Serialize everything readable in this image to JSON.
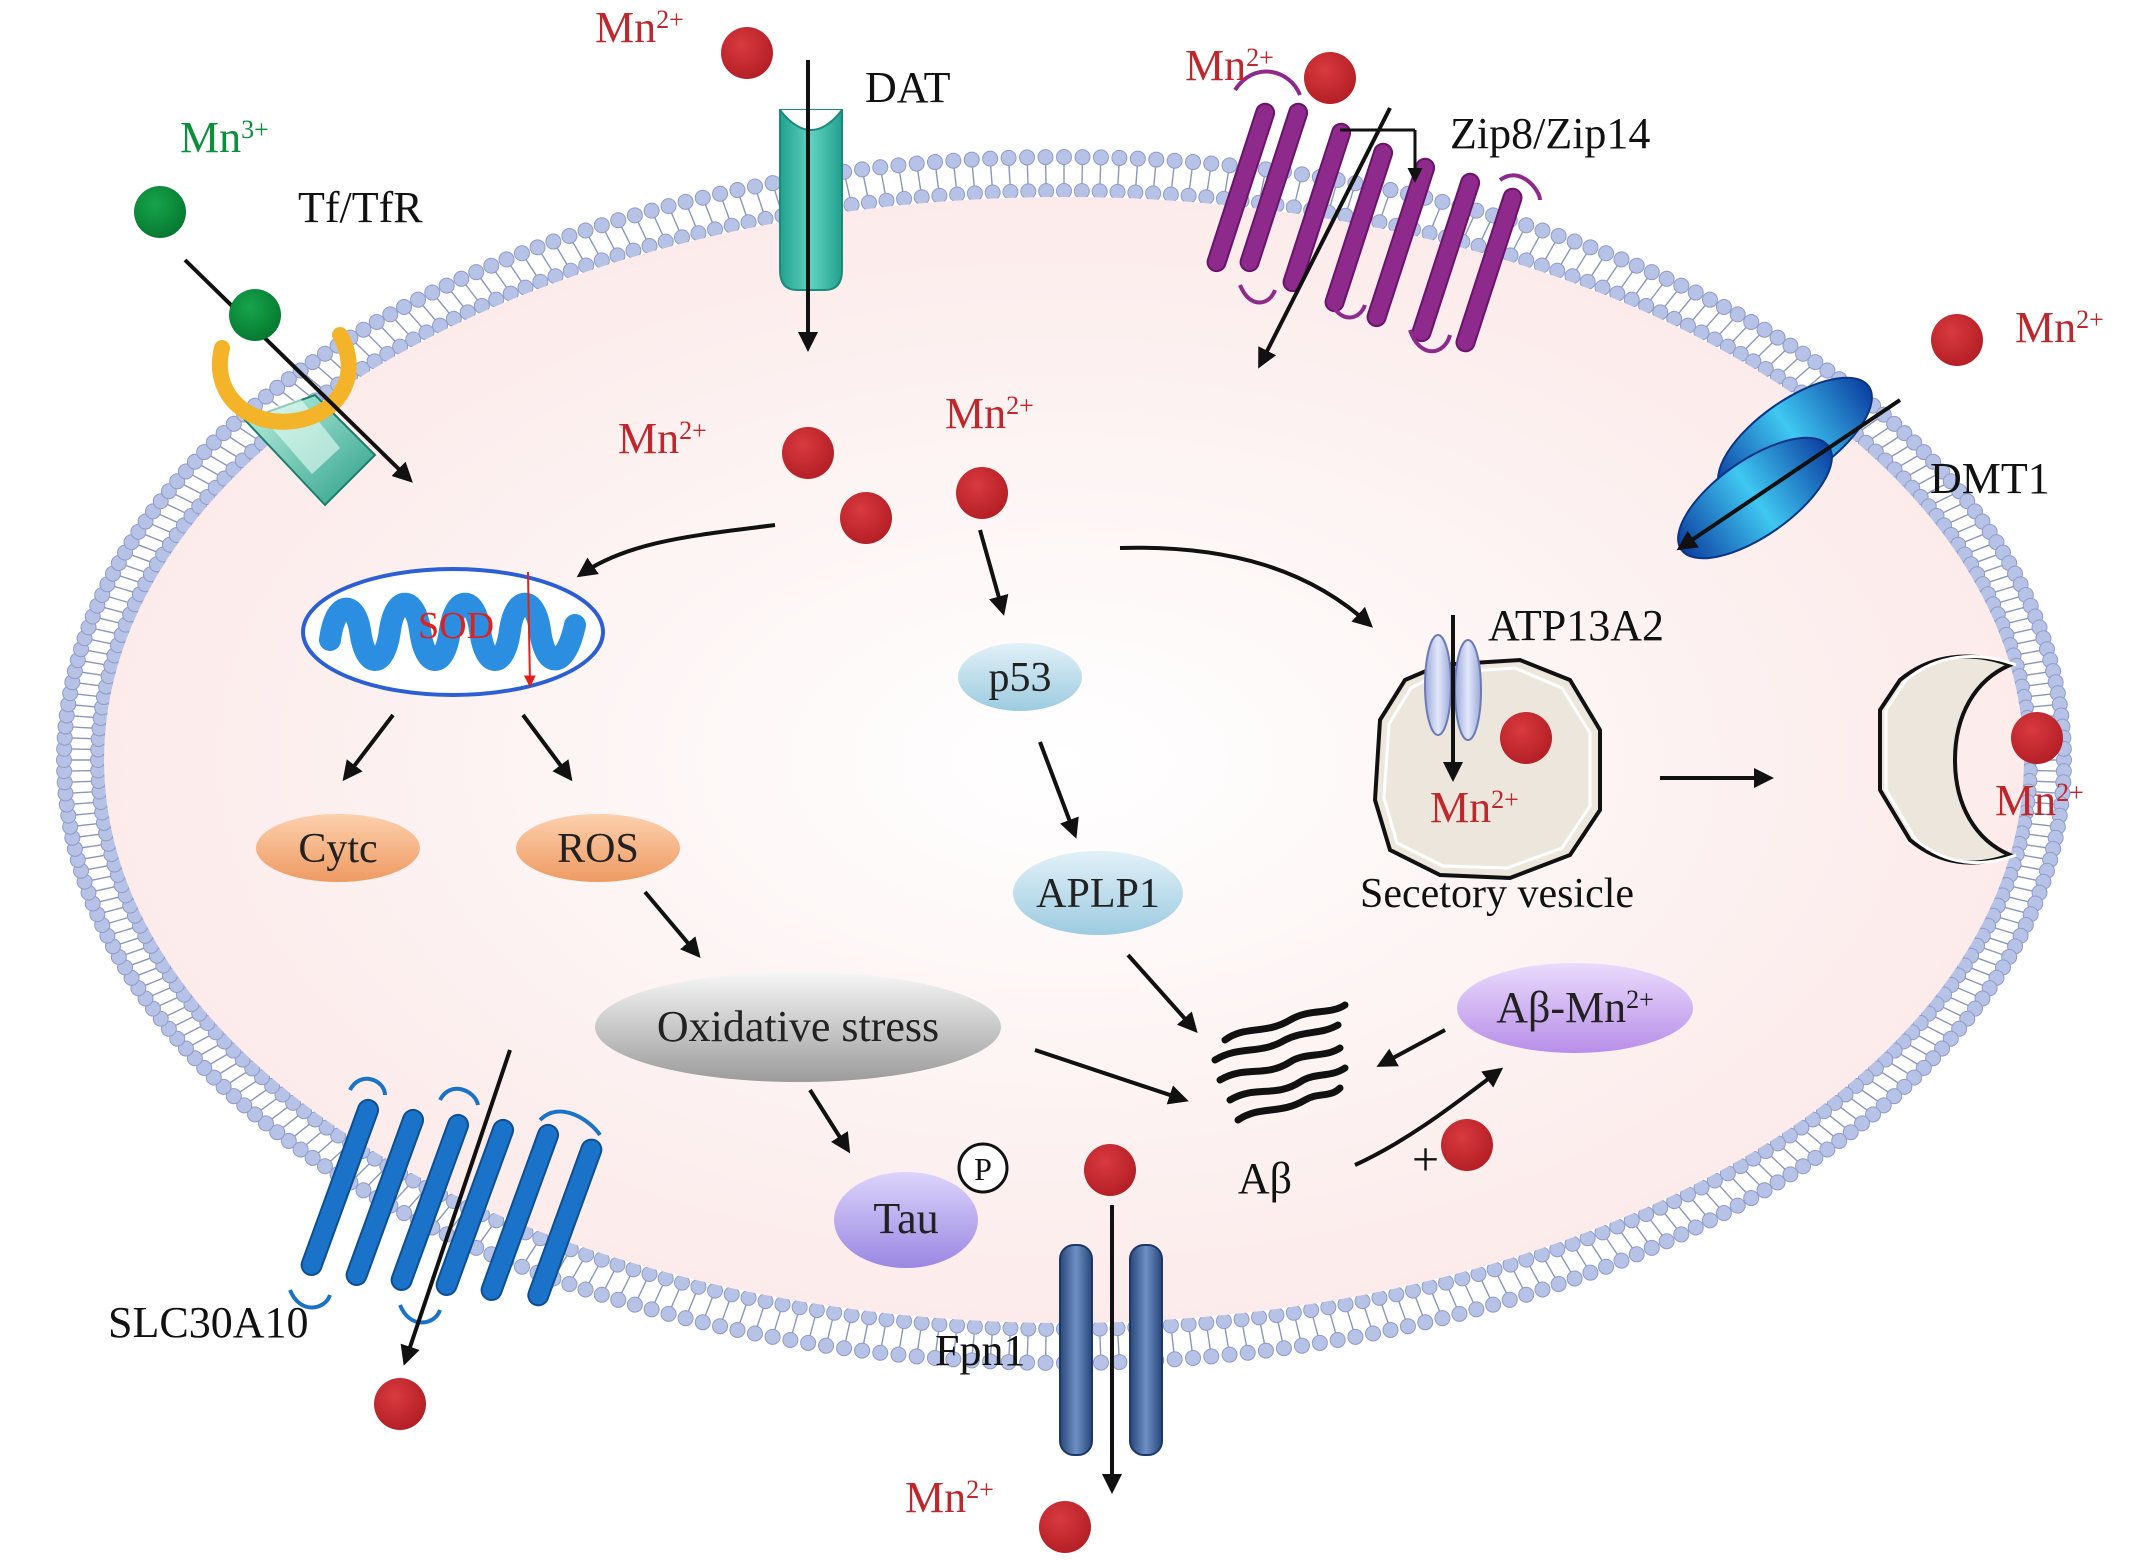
{
  "ions": {
    "mn2_base": "Mn",
    "mn2_charge": "2+",
    "mn3_base": "Mn",
    "mn3_charge": "3+"
  },
  "transporters": {
    "tf_tfr": "Tf/TfR",
    "dat": "DAT",
    "zip": "Zip8/Zip14",
    "dmt1": "DMT1",
    "slc30a10": "SLC30A10",
    "fpn1": "Fpn1",
    "atp13a2": "ATP13A2"
  },
  "mitochondrion": {
    "label": "SOD"
  },
  "nodes": {
    "cytc": "Cytc",
    "ros": "ROS",
    "oxidative_stress": "Oxidative stress",
    "tau": "Tau",
    "phospho": "P",
    "p53": "p53",
    "aplp1": "APLP1",
    "abeta": "Aβ",
    "abeta_mn_base": "Aβ-Mn",
    "abeta_mn_charge": "2+",
    "plus": "+"
  },
  "vesicle": {
    "label": "Secetory vesicle"
  },
  "colors": {
    "mn2_ion": "#c0272d",
    "mn2_text": "#c0272d",
    "mn3_ion": "#0a8f3c",
    "mn3_text": "#0a8f3c",
    "membrane_head": "#b7c3e6",
    "cytoplasm": "#fdf0ef",
    "dat": "#2bb3a0",
    "zip": "#8e2a8c",
    "dmt1": "#1f7ad6",
    "slc30a10": "#1b73c9",
    "fpn1": "#3d5f96",
    "mito": "#2c8fe0",
    "cytc_ros": "#f2a774",
    "p53_aplp1": "#b6dbea",
    "tau": "#a99be6",
    "abeta_mn": "#c9a8ee",
    "oxidative": "#c2c2c2",
    "vesicle": "#ede6dc"
  }
}
